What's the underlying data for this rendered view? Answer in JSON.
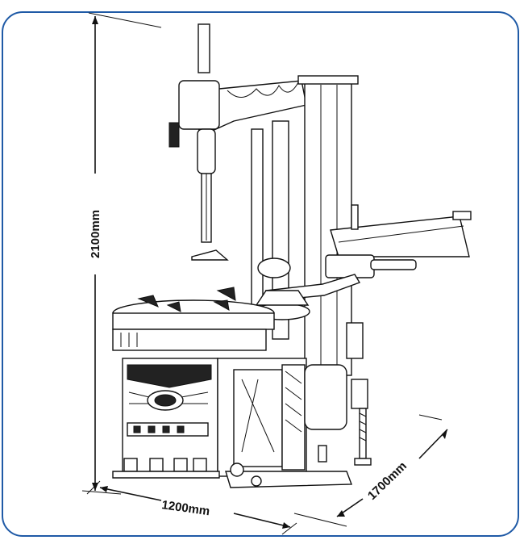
{
  "dimensions": {
    "height_label": "2100mm",
    "width_label": "1200mm",
    "depth_label": "1700mm"
  },
  "colors": {
    "frame_border": "#1f5aa6",
    "line": "#111111",
    "background": "#ffffff"
  }
}
